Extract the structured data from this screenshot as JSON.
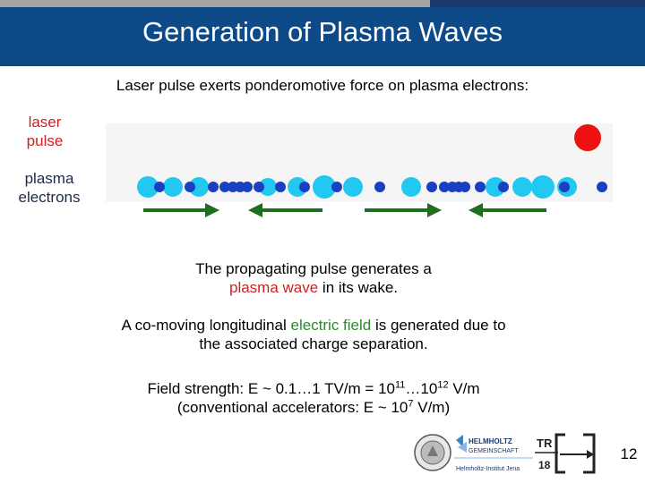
{
  "title": "Generation of Plasma Waves",
  "intro": "Laser pulse exerts ponderomotive force on plasma electrons:",
  "labels": {
    "laser": [
      "laser",
      "pulse"
    ],
    "electrons": [
      "plasma",
      "electrons"
    ]
  },
  "para1": {
    "pre": "The propagating pulse generates a",
    "hl": "plasma wave",
    "post": " in its wake."
  },
  "para2": {
    "pre": "A co-moving longitudinal ",
    "hl": "electric field",
    "post": " is generated due to",
    "line2": "the associated charge separation."
  },
  "field": {
    "pre": "Field strength: E ~ 0.1…1 TV/m = 10",
    "exp1": "11",
    "mid": "…10",
    "exp2": "12",
    "post": " V/m",
    "conv_pre": "(conventional accelerators: E ~ 10",
    "conv_exp": "7",
    "conv_post": " V/m)"
  },
  "logos": {
    "helmholtz": [
      "HELMHOLTZ",
      "GEMEINSCHAFT"
    ],
    "institute": "Helmholtz-Institut Jena",
    "tr": [
      "TR",
      "18"
    ]
  },
  "page_number": "12",
  "colors": {
    "header": "#0e4a88",
    "laser": "#ee1111",
    "arrow": "#1f6e1f",
    "light_dot": "#22c8f0",
    "dark_dot": "#1a3fc0"
  }
}
